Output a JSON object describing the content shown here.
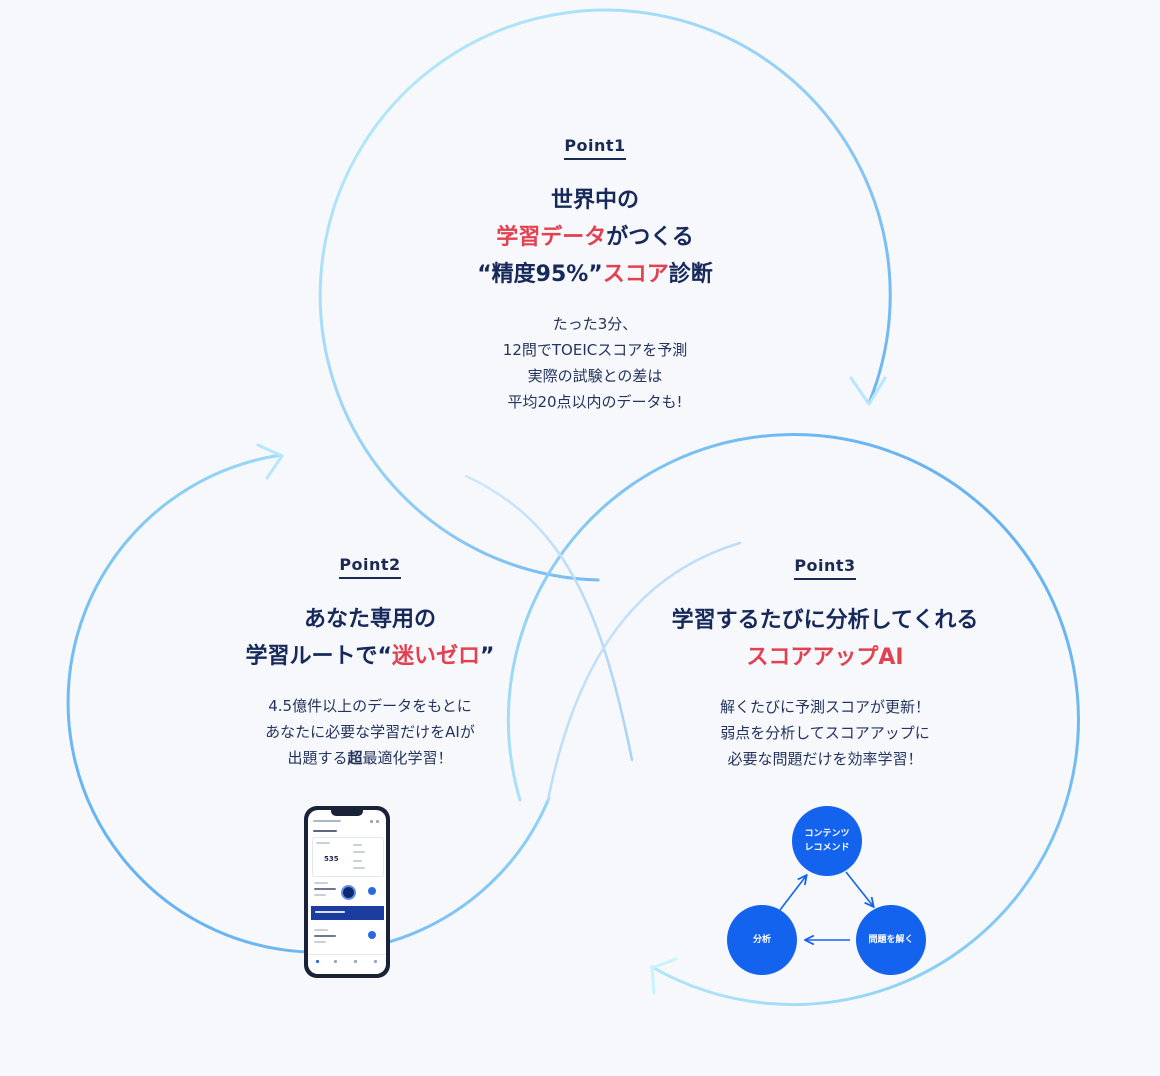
{
  "colors": {
    "background": "#f6f8fc",
    "heading": "#17285a",
    "accent_red": "#e34050",
    "ring_blue": "#5aa9f2",
    "ring_cyan": "#bff1fb",
    "node_blue": "#1463ef"
  },
  "point1": {
    "label": "Point1",
    "title_line1": "世界中の",
    "title_line2_red": "学習データ",
    "title_line2_rest": "がつくる",
    "title_line3_pre": "“精度95%”",
    "title_line3_red": "スコア",
    "title_line3_post": "診断",
    "desc": [
      "たった3分、",
      "12問でTOEICスコアを予測",
      "実際の試験との差は",
      "平均20点以内のデータも!"
    ]
  },
  "point2": {
    "label": "Point2",
    "title_line1": "あなた専用の",
    "title_line2_pre": "学習ルートで“",
    "title_line2_red": "迷いゼロ",
    "title_line2_post": "”",
    "desc_line1": "4.5億件以上のデータをもとに",
    "desc_line2": "あなたに必要な学習だけをAIが",
    "desc_line3_pre": "出題する",
    "desc_line3_bold": "超",
    "desc_line3_post": "最適化学習！"
  },
  "point3": {
    "label": "Point3",
    "title_line1": "学習するたびに分析してくれる",
    "title_line2_red": "スコアアップAI",
    "desc": [
      "解くたびに予測スコアが更新！",
      "弱点を分析してスコアアップに",
      "必要な問題だけを効率学習！"
    ]
  },
  "phone": {
    "score": "535"
  },
  "cycle": {
    "nodes": [
      "コンテンツ\nレコメンド",
      "問題を解く",
      "分析"
    ]
  }
}
